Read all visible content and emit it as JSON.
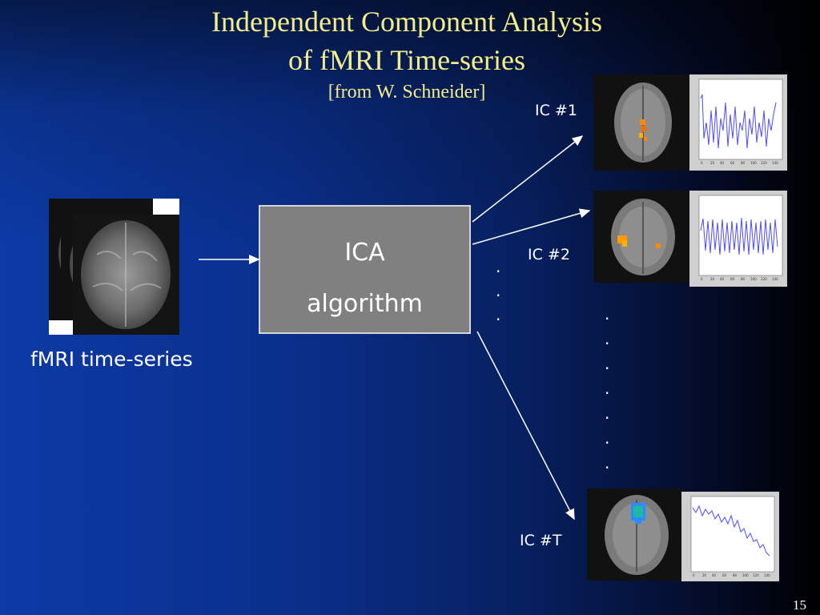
{
  "title": {
    "line1": "Independent Component Analysis",
    "line2": "of fMRI Time-series",
    "source": "[from W. Schneider]"
  },
  "input": {
    "label": "fMRI time-series"
  },
  "algorithm": {
    "line1": "ICA",
    "line2": "algorithm"
  },
  "components": [
    {
      "label": "IC #1"
    },
    {
      "label": "IC #2"
    },
    {
      "label": "IC #T"
    }
  ],
  "dots": {
    "small": [
      ".",
      ".",
      "."
    ],
    "tall": [
      ".",
      ".",
      ".",
      ".",
      ".",
      ".",
      "."
    ]
  },
  "slide_number": "15",
  "colors": {
    "title": "#f3ee8a",
    "text": "#ffffff",
    "box_fill": "#808080",
    "box_border": "#d6d6d6",
    "arrow": "#ffffff",
    "activation_orange": "#ff8a00",
    "activation_blue": "#2a8cff",
    "plot_line": "#4a4aff"
  }
}
